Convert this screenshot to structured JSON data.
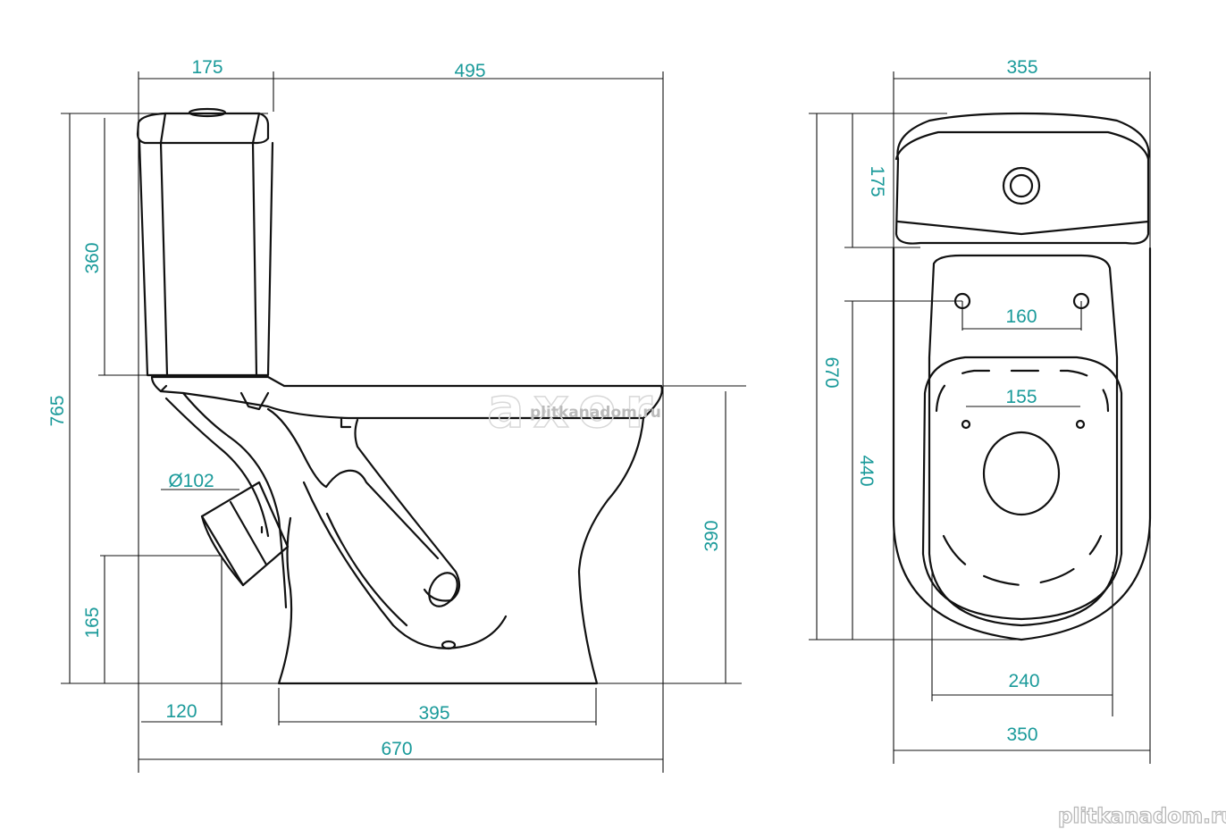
{
  "colors": {
    "dimension_text": "#1a9a9a",
    "line": "#111111",
    "watermark": "#b8b8b8"
  },
  "side_view": {
    "dims": {
      "tank_depth": "175",
      "bowl_length": "495",
      "tank_height": "360",
      "total_height": "765",
      "outlet_diameter": "Ø102",
      "outlet_height": "165",
      "seat_height": "390",
      "outlet_offset": "120",
      "base_length": "395",
      "total_length": "670"
    }
  },
  "top_view": {
    "dims": {
      "tank_width": "355",
      "tank_depth": "175",
      "total_length": "670",
      "bolt_spacing_rear": "160",
      "bolt_spacing_seat": "155",
      "bowl_length": "440",
      "base_width": "240",
      "bowl_width": "350"
    }
  },
  "watermarks": {
    "center": "plitkanadom.ru",
    "corner": "plitkanadom.ru",
    "logo": "axor"
  }
}
